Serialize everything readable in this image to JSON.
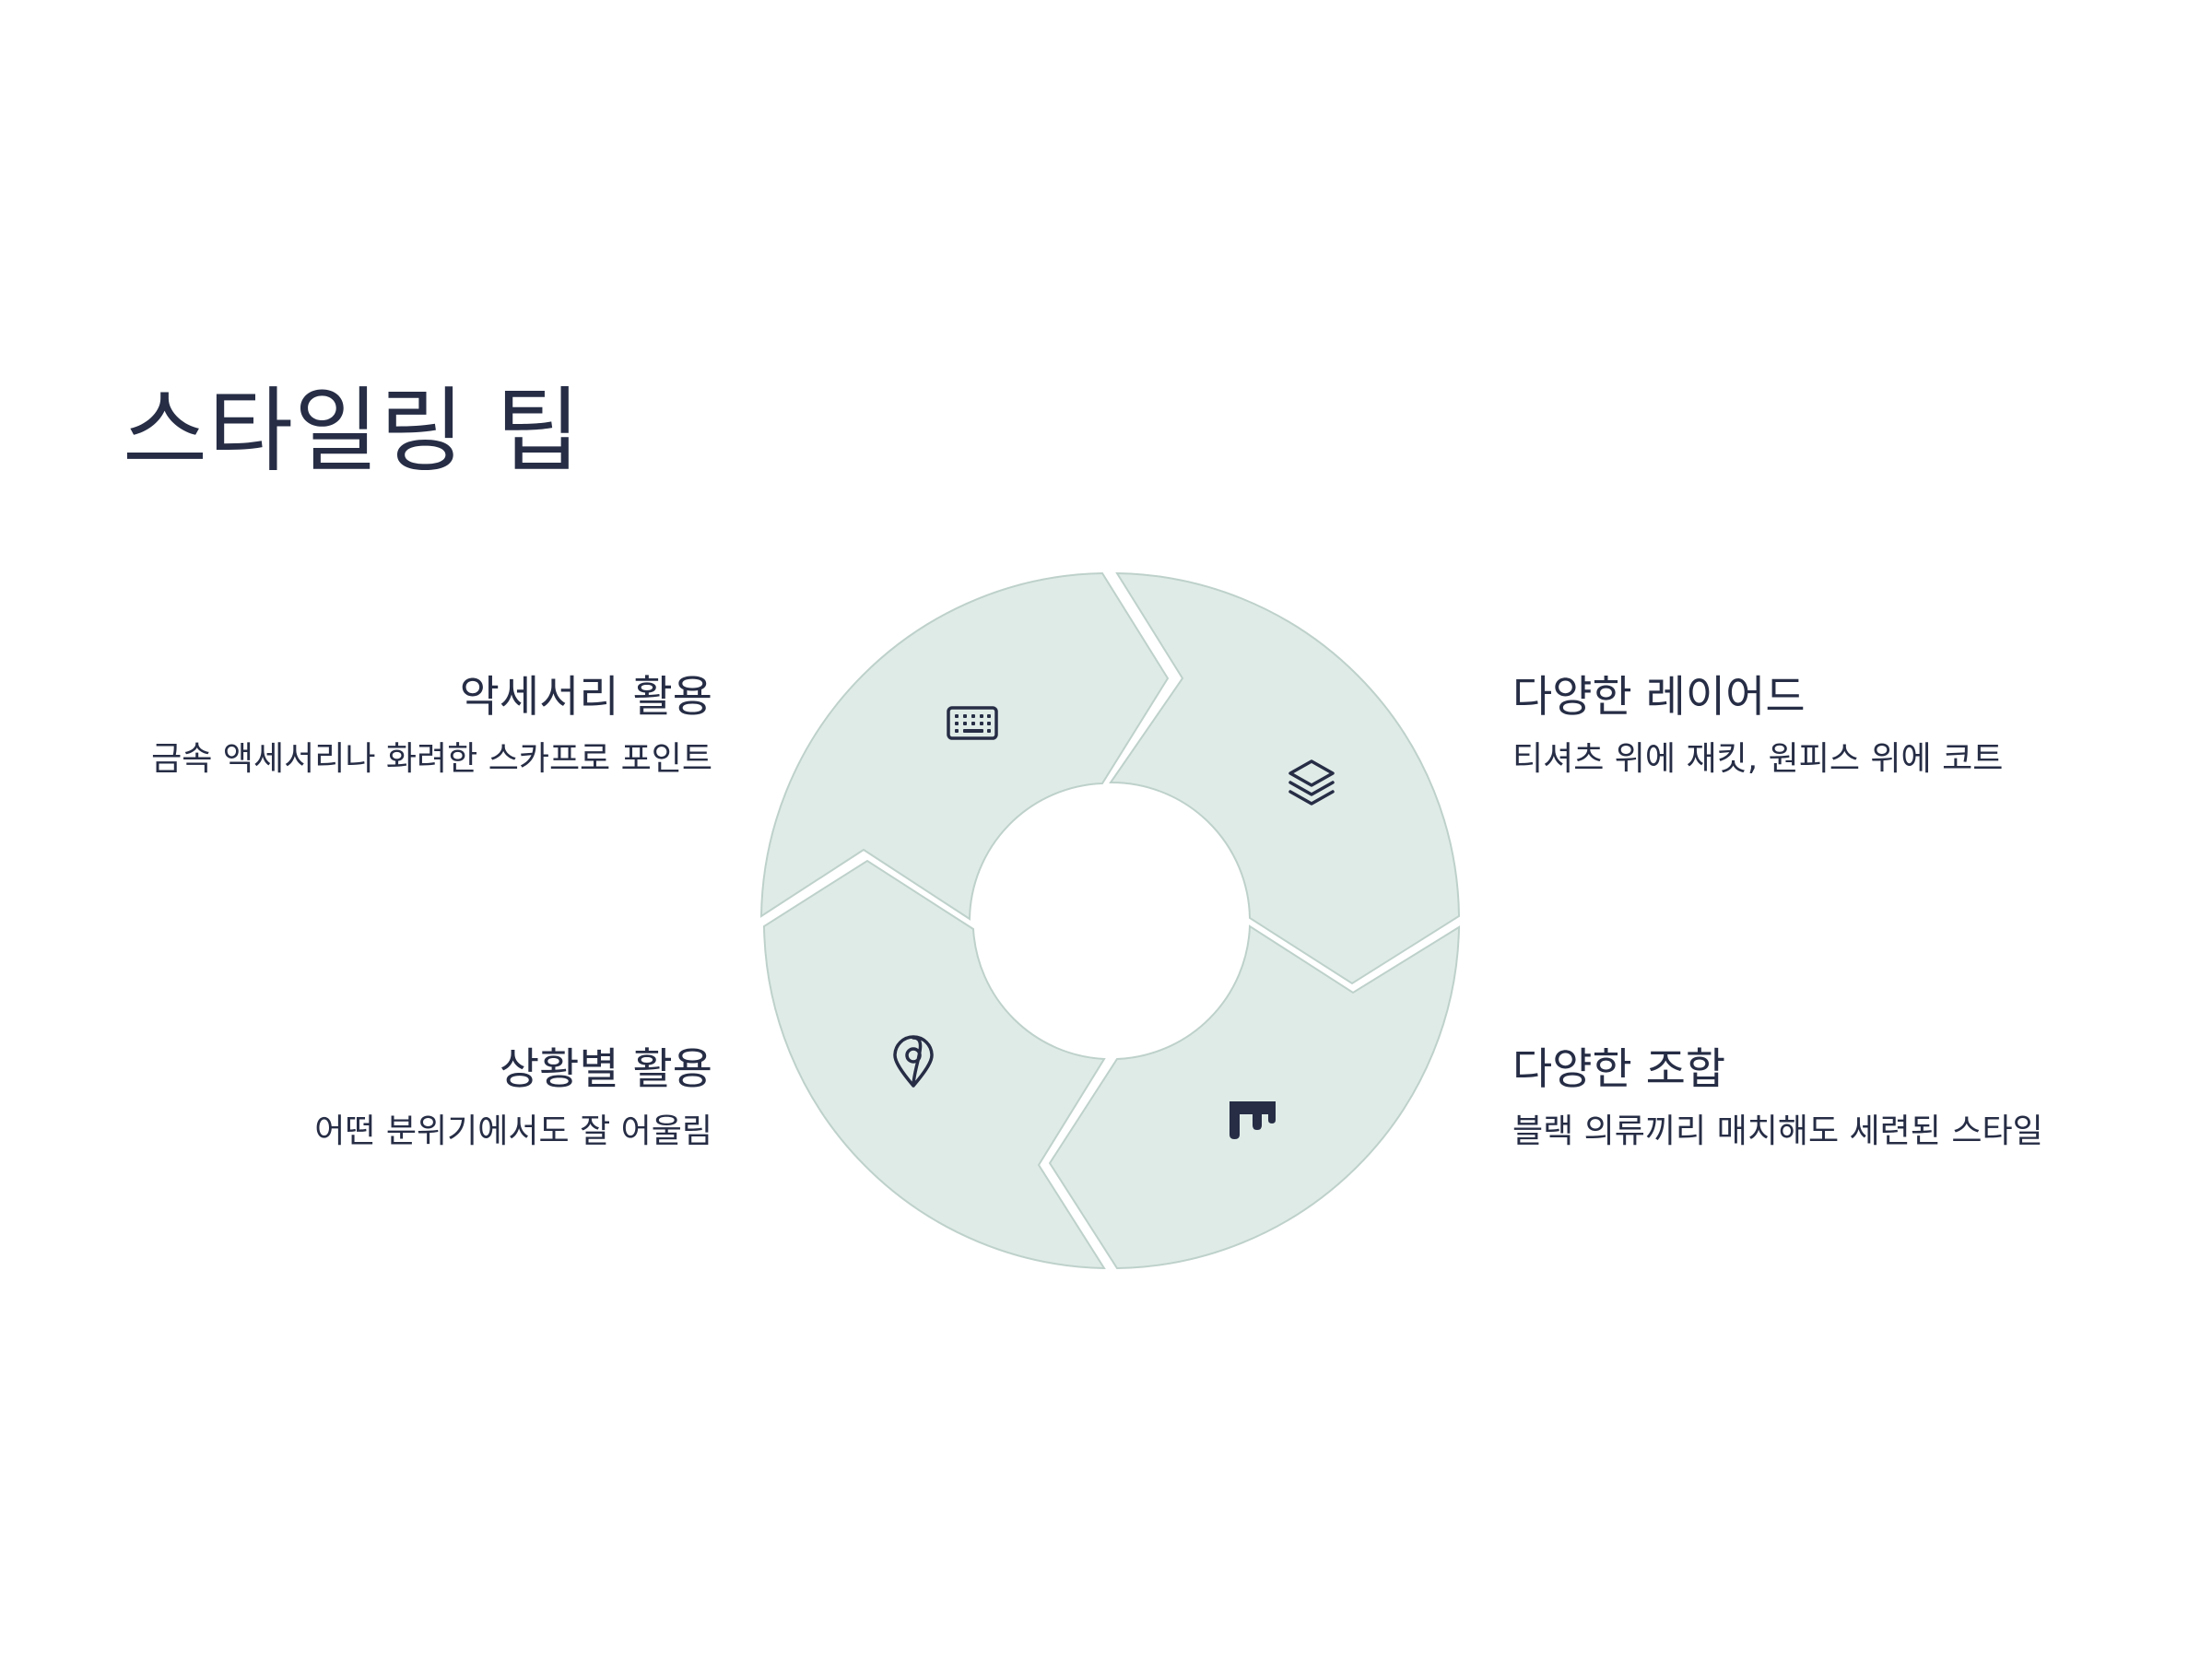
{
  "title": "스타일링 팁",
  "cycle": {
    "items": [
      {
        "id": "accessories",
        "heading": "악세서리 활용",
        "description": "금속 액세서리나 화려한 스카프로 포인트",
        "icon": "keyboard-icon"
      },
      {
        "id": "layering",
        "heading": "다양한 레이어드",
        "description": "티셔츠 위에 재킷, 원피스 위에 코트",
        "icon": "layers-icon"
      },
      {
        "id": "combination",
        "heading": "다양한 조합",
        "description": "블랙 의류끼리 매치해도 세련된 스타일",
        "icon": "drip-icon"
      },
      {
        "id": "situation",
        "heading": "상황별 활용",
        "description": "어떤 분위기에서도 잘 어울림",
        "icon": "map-pin-icon"
      }
    ]
  },
  "colors": {
    "text": "#262d45",
    "segment_fill": "#dfebe7",
    "segment_stroke": "#bed1cb",
    "background": "#ffffff"
  }
}
